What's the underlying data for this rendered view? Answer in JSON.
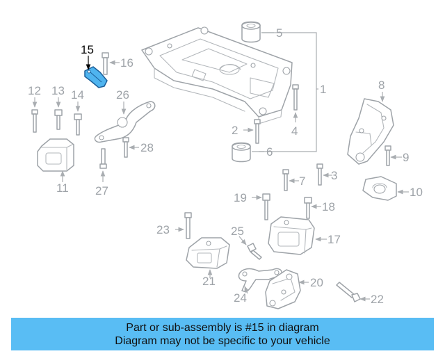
{
  "highlight": {
    "part": "15",
    "color": "#4fb4ef"
  },
  "callouts": [
    "1",
    "2",
    "3",
    "4",
    "5",
    "6",
    "7",
    "8",
    "9",
    "10",
    "11",
    "12",
    "13",
    "14",
    "15",
    "16",
    "17",
    "18",
    "19",
    "20",
    "21",
    "22",
    "23",
    "24",
    "25",
    "26",
    "27",
    "28"
  ],
  "banner": {
    "line1": "Part or sub-assembly is #15 in diagram",
    "line2": "Diagram may not be specific to your vehicle",
    "background": "#59bdf4"
  }
}
